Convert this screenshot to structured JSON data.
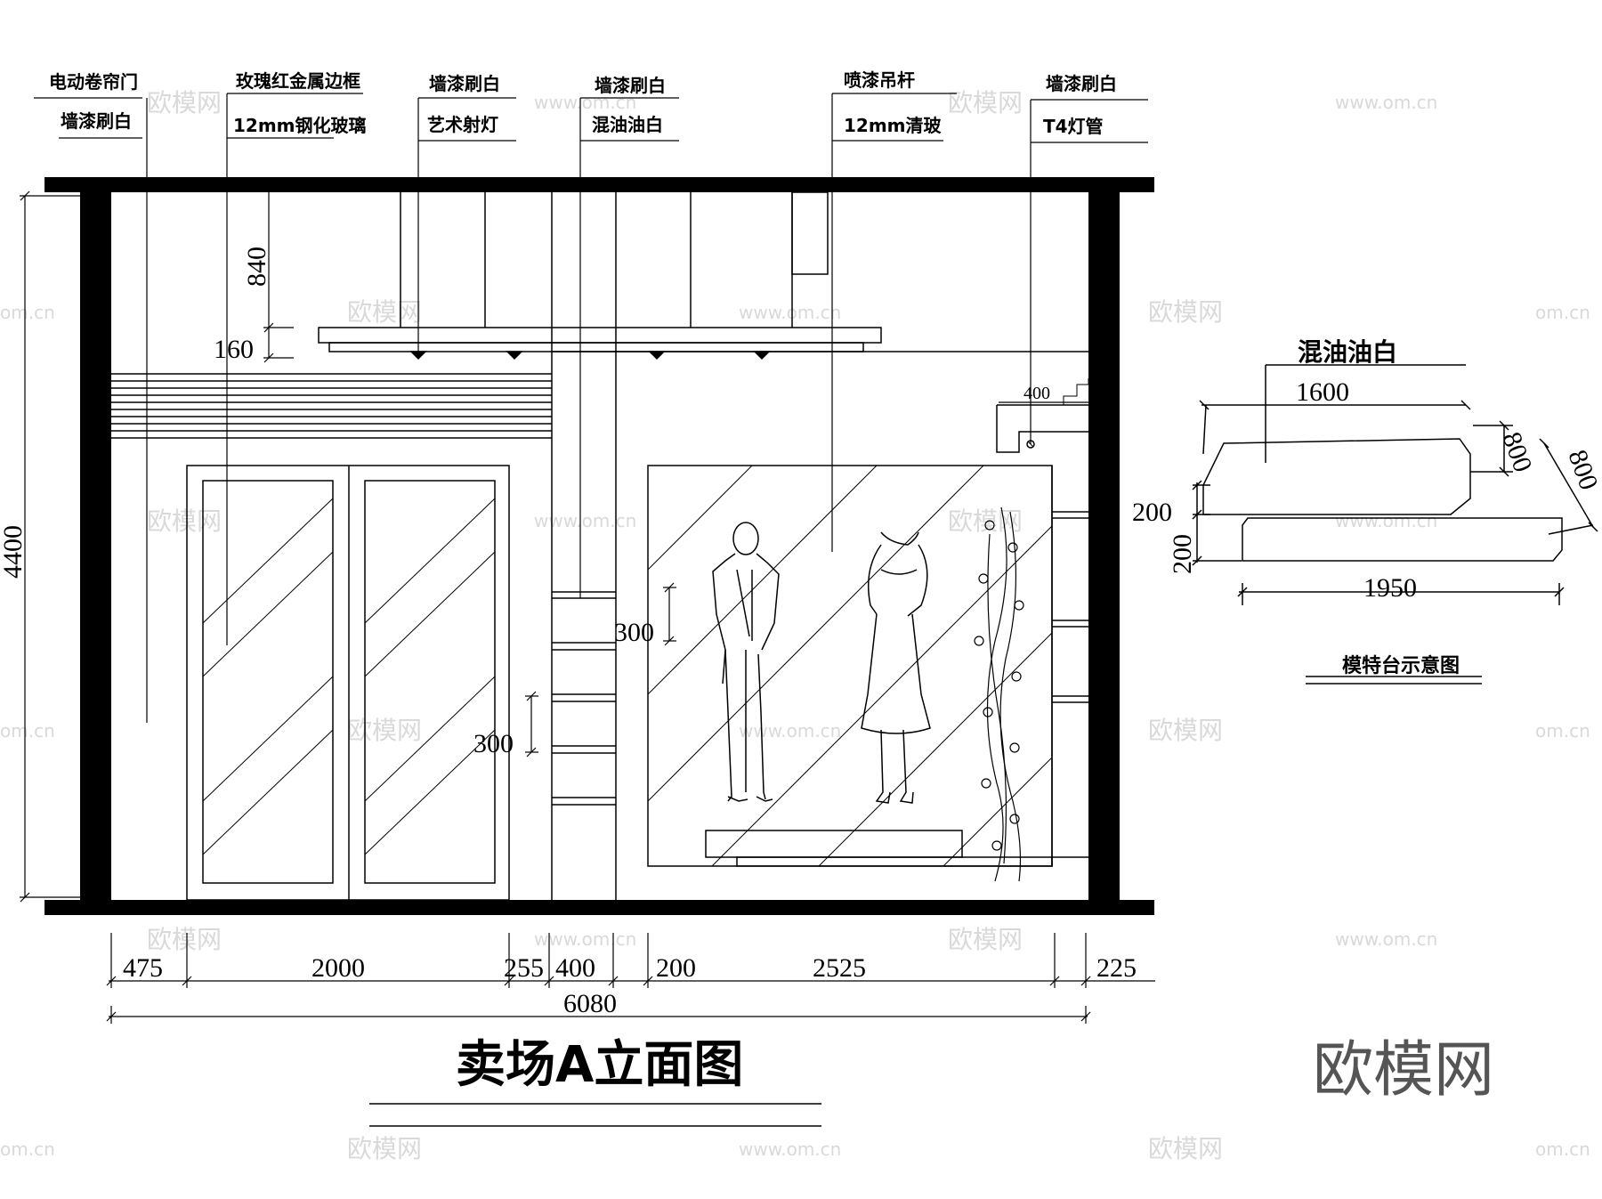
{
  "labels": {
    "l1_top": "电动卷帘门",
    "l1_bot": "墙漆刷白",
    "l2_top": "玫瑰红金属边框",
    "l2_bot": "12mm钢化玻璃",
    "l3_top": "墙漆刷白",
    "l3_bot": "艺术射灯",
    "l4_top": "墙漆刷白",
    "l4_bot": "混油油白",
    "l5_top": "喷漆吊杆",
    "l5_bot": "12mm清玻",
    "l6_top": "墙漆刷白",
    "l6_bot": "T4灯管"
  },
  "dims": {
    "height_total": "4400",
    "ceiling_drop": "840",
    "ceiling_board": "160",
    "shelf_300_a": "300",
    "shelf_300_b": "300",
    "beam_400": "400",
    "bottom": [
      "475",
      "2000",
      "255",
      "400",
      "200",
      "2525",
      "225"
    ],
    "total_width": "6080"
  },
  "platform": {
    "material": "混油油白",
    "w_top": "1600",
    "d_top": "800",
    "d_bottom": "800",
    "h_top": "200",
    "h_bottom": "200",
    "w_bottom": "1950",
    "caption": "模特台示意图"
  },
  "title": "卖场A立面图",
  "watermark": {
    "brand": "欧模网",
    "site": "www.om.cn",
    "site_short": "om.cn",
    "cells": "欧模网"
  }
}
